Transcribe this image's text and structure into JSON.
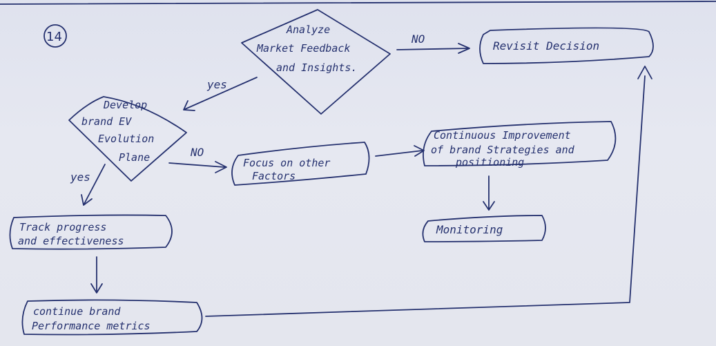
{
  "diagram": {
    "page_number": "14",
    "nodes": {
      "analyze": {
        "line1": "Analyze",
        "line2": "Market Feedback",
        "line3": "and Insights."
      },
      "revisit": {
        "text": "Revisit Decision"
      },
      "develop": {
        "line1": "Develop",
        "line2": "brand EV",
        "line3": "Evolution",
        "line4": "Plane"
      },
      "focus": {
        "line1": "Focus on other",
        "line2": "Factors"
      },
      "continuous": {
        "line1": "Continuous Improvement",
        "line2": "of brand Strategies and",
        "line3": "positioning"
      },
      "monitoring": {
        "text": "Monitoring"
      },
      "track": {
        "line1": "Track progress",
        "line2": "and effectiveness"
      },
      "continue_metrics": {
        "line1": "continue brand",
        "line2": "Performance metrics"
      }
    },
    "edges": {
      "analyze_no": "NO",
      "analyze_yes": "yes",
      "develop_no": "NO",
      "develop_yes": "yes"
    }
  }
}
